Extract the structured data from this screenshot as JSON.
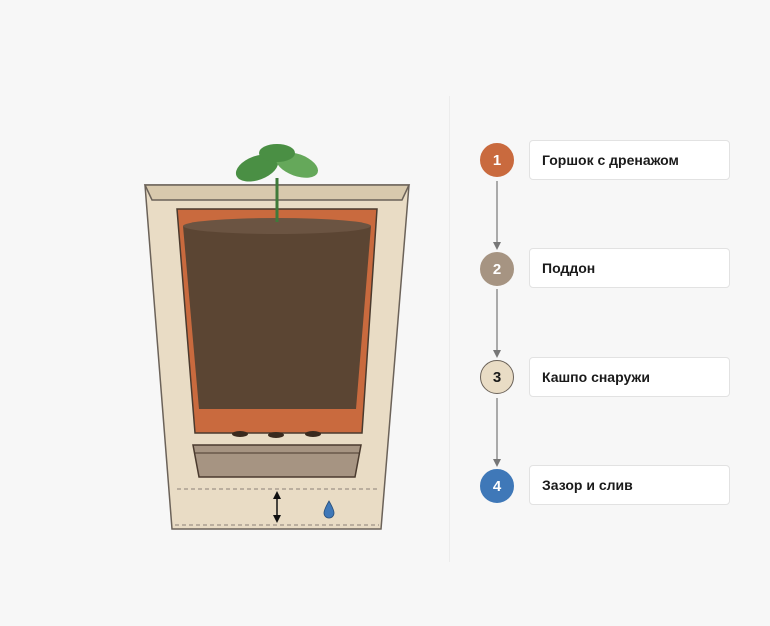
{
  "steps": [
    {
      "number": "1",
      "label": "Горшок с дренажом",
      "color": "#c96a3e",
      "text_color": "#ffffff"
    },
    {
      "number": "2",
      "label": "Поддон",
      "color": "#a69482",
      "text_color": "#ffffff"
    },
    {
      "number": "3",
      "label": "Кашпо снаружи",
      "color": "#e9dcc5",
      "text_color": "#1a1a1a"
    },
    {
      "number": "4",
      "label": "Зазор и слив",
      "color": "#3f78b8",
      "text_color": "#ffffff"
    }
  ],
  "colors": {
    "cachepot_fill": "#e9dcc5",
    "cachepot_stroke": "#6b6259",
    "pot": "#c96a3e",
    "soil": "#5b4533",
    "saucer": "#a69482",
    "leaf_dark": "#4a8f44",
    "leaf_light": "#65a85a",
    "water_drop": "#3f78b8"
  }
}
